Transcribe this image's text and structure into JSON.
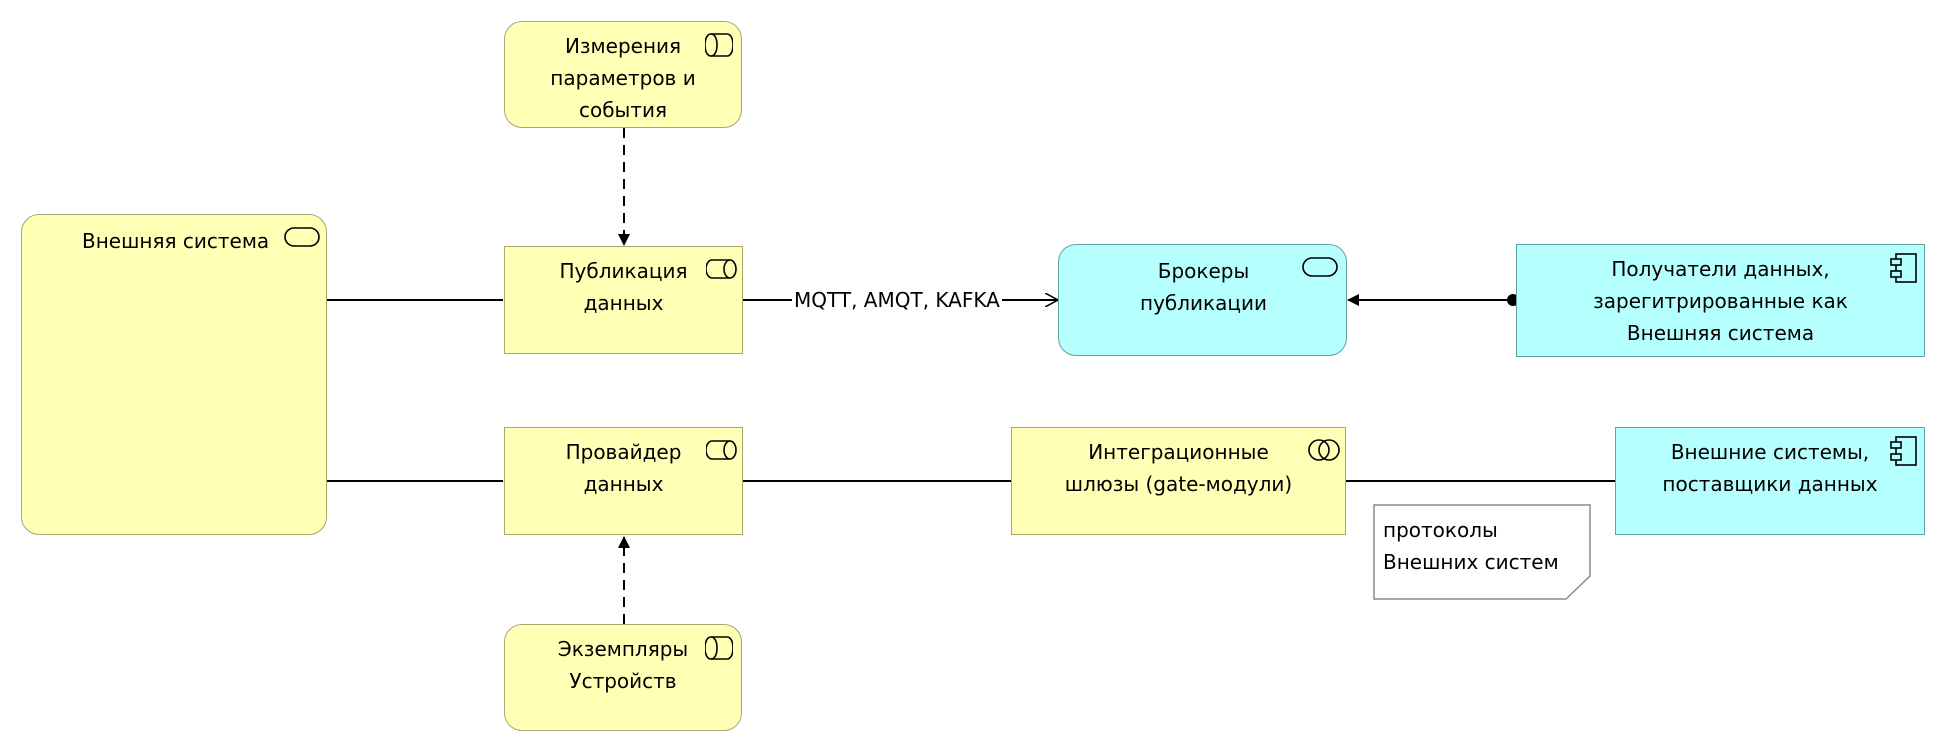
{
  "nodes": {
    "measurements": "Измерения\nпараметров и\nсобытия",
    "external_system": "Внешняя система",
    "publication": "Публикация\nданных",
    "brokers": "Брокеры\nпубликации",
    "receivers": "Получатели данных,\nзарегитрированные как\nВнешняя система",
    "provider": "Провайдер\nданных",
    "gateways": "Интеграционные\nшлюзы (gate-модули)",
    "suppliers": "Внешние системы,\nпоставщики данных",
    "device_instances": "Экземпляры\nУстройств"
  },
  "edges": {
    "publication_to_brokers": "MQTT, AMQT, KAFKA"
  },
  "note": {
    "text": "протоколы\nВнешних систем"
  },
  "icons": {
    "measurements": "business-event-icon",
    "external_system": "application-service-icon",
    "publication": "application-interface-icon",
    "brokers": "service-icon",
    "receivers": "application-component-icon",
    "provider": "application-interface-icon",
    "gateways": "collaboration-icon",
    "suppliers": "application-component-icon",
    "device_instances": "business-event-icon"
  },
  "colors": {
    "application_fill": "#ffffb5",
    "technology_fill": "#b5ffff",
    "line": "#000000"
  }
}
